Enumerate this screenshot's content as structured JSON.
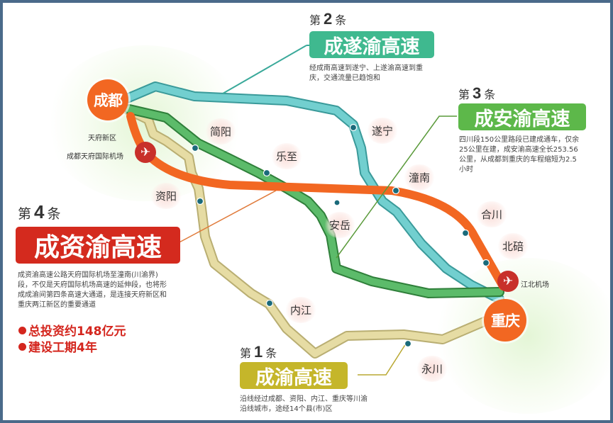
{
  "colors": {
    "route1": "#e0d59a",
    "route1_box": "#c5b62a",
    "route2": "#6cc9c9",
    "route2_box": "#3fb98f",
    "route3": "#5cb85c",
    "route3_box": "#5db84a",
    "route4": "#f26722",
    "route4_box": "#d42a1e",
    "city_circle": "#f26722",
    "airport": "#c8302a",
    "frame": "#4a6a8a"
  },
  "cities": {
    "chengdu": "成都",
    "chongqing": "重庆"
  },
  "places": {
    "tianfu_new_area": "天府新区",
    "tianfu_airport": "成都天府国际机场",
    "jiangbei_airport": "江北机场",
    "jianyang": "简阳",
    "lezhi": "乐至",
    "ziyang": "资阳",
    "suining": "遂宁",
    "tongnan": "潼南",
    "anyue": "安岳",
    "hechuan": "合川",
    "beibei": "北碚",
    "neijiang": "内江",
    "yongchuan": "永川"
  },
  "routes": [
    {
      "prefix": "第",
      "number": "1",
      "suffix": "条",
      "name": "成渝高速",
      "desc_lines": [
        "沿线经过成都、资阳、内江、重庆等川渝",
        "沿线城市，途经14个县(市)区"
      ]
    },
    {
      "prefix": "第",
      "number": "2",
      "suffix": "条",
      "name": "成遂渝高速",
      "desc_lines": [
        "经成南高速到遂宁、上遂渝高速到重",
        "庆，交通流量已趋饱和"
      ]
    },
    {
      "prefix": "第",
      "number": "3",
      "suffix": "条",
      "name": "成安渝高速",
      "desc_lines": [
        "四川段150公里路段已建成通车，仅余",
        "25公里在建，成安渝高速全长253.56",
        "公里，从成都到重庆的车程缩短为2.5",
        "小时"
      ]
    },
    {
      "prefix": "第",
      "number": "4",
      "suffix": "条",
      "name": "成资渝高速",
      "desc_lines": [
        "成资渝高速公路天府国际机场至潼南(川渝界)",
        "段，不仅是天府国际机场高速的延伸段，也将形",
        "成成渝间第四条高速大通道，是连接天府新区和",
        "重庆两江新区的重要通道"
      ],
      "stats": [
        "总投资约148亿元",
        "建设工期4年"
      ]
    }
  ],
  "icons": {
    "airport": "✈"
  }
}
